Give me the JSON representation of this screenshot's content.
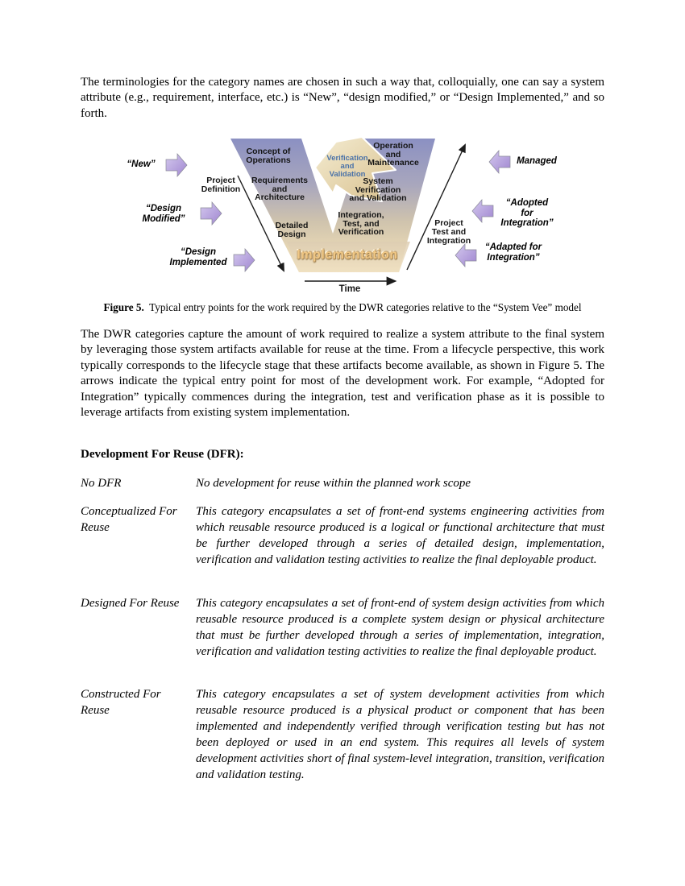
{
  "paragraph1": "The terminologies for the category names are chosen in such a way that, colloquially, one can say a system attribute (e.g., requirement, interface, etc.) is “New”, “design modified,” or “Design Implemented,” and so forth.",
  "figure": {
    "caption_label": "Figure 5.",
    "caption_text": "Typical entry points for the work required by the DWR categories relative to the “System Vee” model",
    "vee": {
      "left_stages": [
        "Concept of\nOperations",
        "Requirements\nand\nArchitecture",
        "Detailed\nDesign"
      ],
      "right_stages": [
        "Operation\nand\nMaintenance",
        "System\nVerification\nand Validation",
        "Integration,\nTest, and\nVerification"
      ],
      "base": "Implementation",
      "center_ribbon": "Verification\nand\nValidation"
    },
    "axis": {
      "left_diagonal": "Project\nDefinition",
      "right_diagonal": "Project\nTest and\nIntegration",
      "time": "Time"
    },
    "entry_points_left": [
      "“New”",
      "“Design\nModified”",
      "“Design\nImplemented"
    ],
    "entry_points_right": [
      "Managed",
      "“Adopted for\nIntegration”",
      "“Adapted for\nIntegration”"
    ],
    "colors": {
      "leg_top": "#8b90c2",
      "leg_bottom": "#eedfbe",
      "ribbon_fill": "#e7d3a6",
      "ribbon_text": "#4a72a8",
      "implementation_text": "#f0c784",
      "entry_arrow": "#b29ade"
    }
  },
  "paragraph2": "The DWR categories capture the amount of work required to realize a system attribute to the final system by leveraging those system artifacts available for reuse at the time.  From a lifecycle perspective, this work typically corresponds to the lifecycle stage that these artifacts become available, as shown in Figure 5. The arrows indicate the typical entry point for most of the development work.  For example, “Adopted for Integration” typically commences during the integration, test and verification phase as it is possible to leverage artifacts from existing system implementation.",
  "dfr": {
    "heading": "Development For Reuse (DFR):",
    "entries": [
      {
        "term": "No DFR",
        "definition": "No development for reuse within the planned work scope"
      },
      {
        "term": "Conceptualized For Reuse",
        "definition": "This category encapsulates a set of front-end systems engineering activities from which reusable resource produced is a logical or functional architecture that must be further developed through a series of detailed design, implementation, verification and validation testing activities to realize the final deployable product."
      },
      {
        "term": "Designed For Reuse",
        "definition": "This category encapsulates a set of front-end of system design activities from which reusable resource produced is a complete system design or physical architecture that must be further developed through a series of implementation, integration, verification and validation testing activities to realize the final deployable product."
      },
      {
        "term": "Constructed For Reuse",
        "definition": "This category encapsulates a set of system development activities from which reusable resource produced is a physical product or component that has been implemented and independently verified through verification testing but has not been deployed or used in an end system.  This requires all levels of system development activities short of final system-level integration, transition, verification and validation testing."
      }
    ]
  }
}
